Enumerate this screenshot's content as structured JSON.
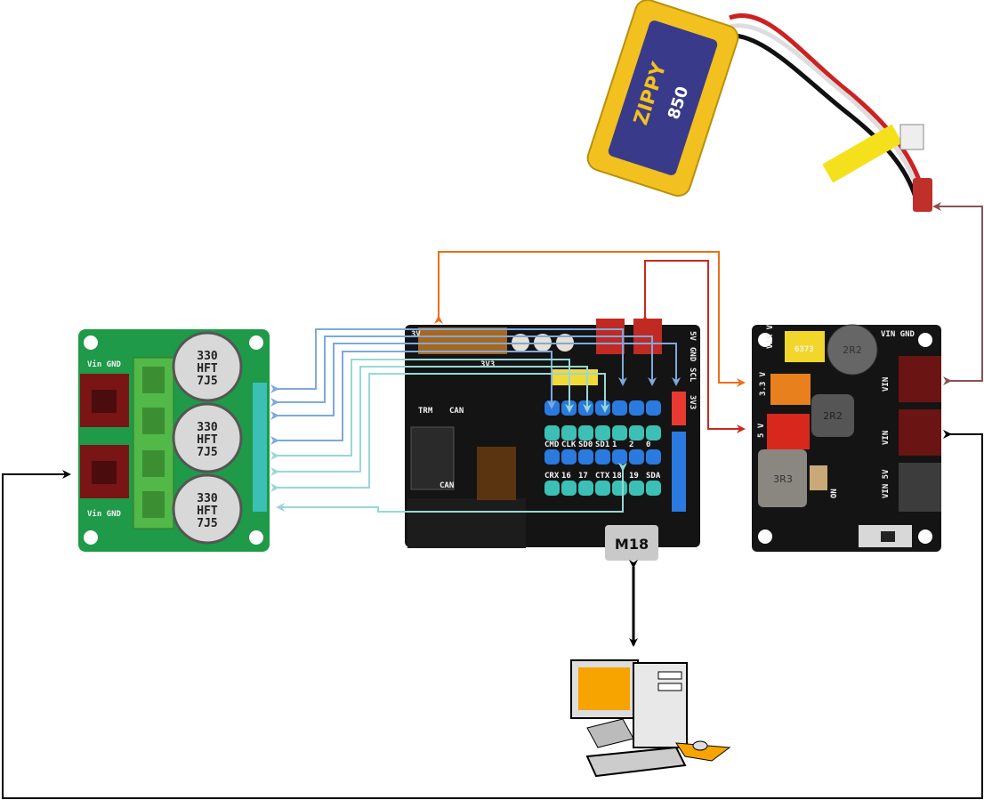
{
  "colors": {
    "power_orange": "#ec6f1a",
    "power_red": "#c8281e",
    "battery_link": "#8a5252",
    "ground_loop": "#000000",
    "signal_blue": "#7ea9de",
    "signal_teal": "#98d8d4",
    "pcb_green": "#1f9a48",
    "pcb_black": "#141414"
  },
  "battery": {
    "brand": "ZIPPY",
    "capacity": "850"
  },
  "left_board": {
    "capacitor_label": [
      "330",
      "HFT",
      "7J5"
    ],
    "bottom_label": "Vin GND",
    "top_label": "Vin GND"
  },
  "center_board": {
    "labels": [
      "3V",
      "3V3",
      "TRM",
      "CAN",
      "CAN",
      "5V",
      "GND",
      "SCL",
      "3V3"
    ],
    "pin_row_labels": [
      "CMD",
      "CLK",
      "SD0",
      "SD1",
      "1",
      "2",
      "0"
    ],
    "pin_row2_labels": [
      "CRX",
      "16",
      "17",
      "CTX",
      "18",
      "19",
      "SDA"
    ],
    "usb_label": "M18"
  },
  "right_board": {
    "labels": [
      "VIN GND",
      "VAR V",
      "3.3 V",
      "5 V",
      "VIN",
      "VIN",
      "VIN 5V",
      "ON"
    ],
    "inductor_labels": [
      "2R2",
      "2R2",
      "3R3"
    ],
    "regulator_label": "6373"
  },
  "computer": {
    "icon": "desktop-computer-icon"
  }
}
